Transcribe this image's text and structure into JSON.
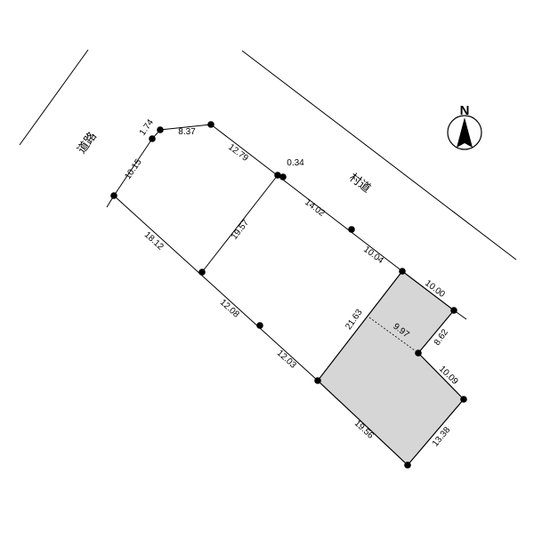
{
  "roads": {
    "left_label": "道路",
    "right_label": "村道"
  },
  "compass": {
    "letter": "N",
    "icon": "north-arrow-icon"
  },
  "dimensions": {
    "d1_74": "1.74",
    "d8_37": "8.37",
    "d10_15": "10.15",
    "d12_79": "12.79",
    "d0_34": "0.34",
    "d14_02": "14.02",
    "d10_04": "10.04",
    "d19_57": "19.57",
    "d18_12": "18.12",
    "d12_08": "12.08",
    "d12_03": "12.03",
    "d21_63": "21.63",
    "d10_00": "10.00",
    "d9_97": "9.97",
    "d8_62": "8.62",
    "d10_09": "10.09",
    "d19_56": "19.56",
    "d13_38": "13.38"
  },
  "colors": {
    "highlight_fill": "#d6d6d6",
    "line": "#000000"
  }
}
